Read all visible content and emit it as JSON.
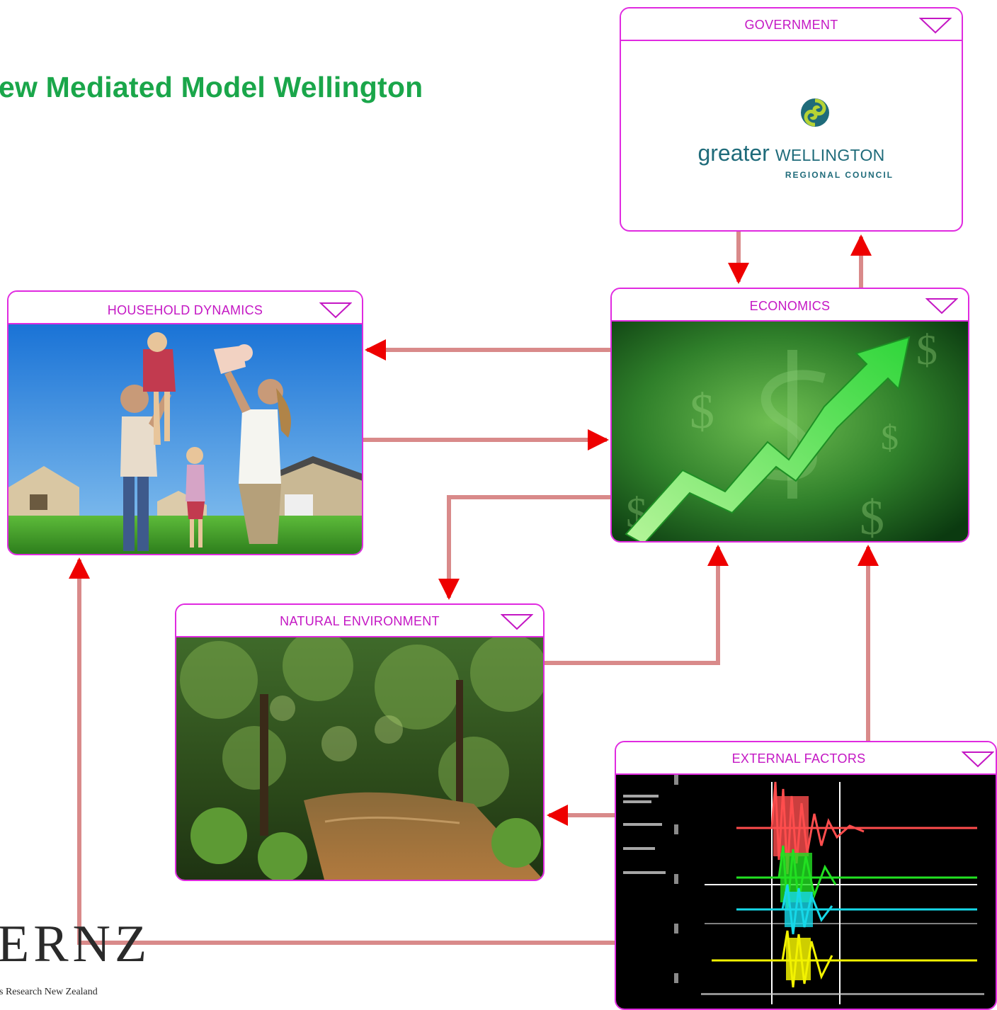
{
  "title": "ew Mediated Model Wellington",
  "colors": {
    "title": "#1aa64a",
    "panel_border": "#e02ae0",
    "panel_label": "#c417c4",
    "connector": "#d98a8a",
    "arrowhead": "#ee0000"
  },
  "panels": {
    "government": {
      "label": "GOVERNMENT",
      "logo_word1": "greater",
      "logo_word2": "WELLINGTON",
      "logo_sub": "REGIONAL COUNCIL",
      "icon": "swirl-logo-icon"
    },
    "economics": {
      "label": "ECONOMICS",
      "image": "green-dollar-rising-arrow-photo"
    },
    "household": {
      "label": "HOUSEHOLD DYNAMICS",
      "image": "family-on-lawn-photo"
    },
    "natural": {
      "label": "NATURAL ENVIRONMENT",
      "image": "forest-stream-photo"
    },
    "external": {
      "label": "EXTERNAL FACTORS",
      "image": "seismograph-traces-image"
    }
  },
  "logo": {
    "mark": "ERNZ",
    "tagline": "s Research New Zealand"
  },
  "connections": [
    {
      "from": "government",
      "to": "economics"
    },
    {
      "from": "economics",
      "to": "government"
    },
    {
      "from": "economics",
      "to": "household"
    },
    {
      "from": "household",
      "to": "economics"
    },
    {
      "from": "economics",
      "to": "natural"
    },
    {
      "from": "natural",
      "to": "economics"
    },
    {
      "from": "external",
      "to": "economics"
    },
    {
      "from": "external",
      "to": "natural"
    },
    {
      "from": "external",
      "to": "household"
    }
  ]
}
